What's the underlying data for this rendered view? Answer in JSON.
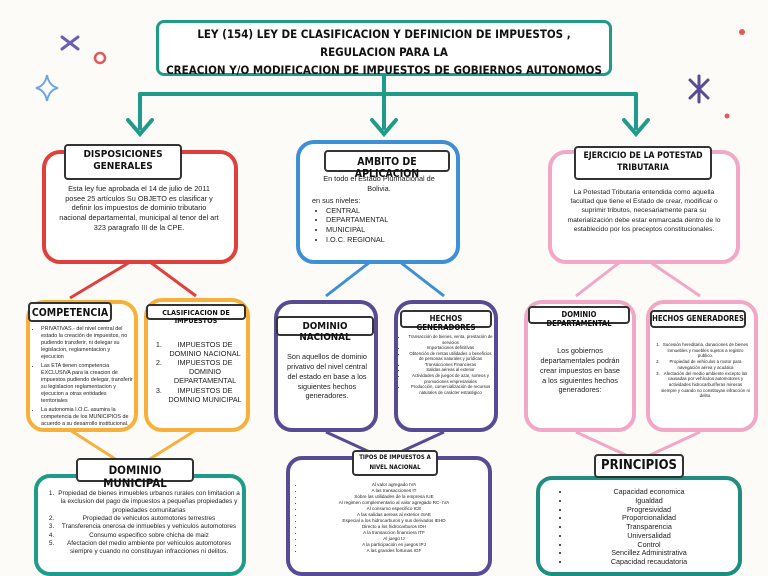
{
  "title": {
    "line1": "LEY (154) LEY DE CLASIFICACION Y DEFINICION DE IMPUESTOS , REGULACION PARA LA",
    "line2": "CREACION Y/O MODIFICACION  DE IMPUESTOS DE GOBIERNOS AUTONOMOS"
  },
  "colors": {
    "red": "#e0403d",
    "blue": "#3d8fd6",
    "pink": "#f2a7c6",
    "orange": "#f7b13a",
    "purple": "#574c94",
    "green": "#1f9b8a",
    "teal": "#1f8e80"
  },
  "disposiciones": {
    "heading_l1": "DISPOSICIONES",
    "heading_l2": "GENERALES",
    "text": "Esta ley fue aprobada el 14 de julio de 2011 posee 25 artículos Su OBJETO es clasificar y definir los impuestos de dominio tributario nacional departamental, municipal al tenor del art 323 paragrafo III de la CPE."
  },
  "ambito": {
    "heading": "AMBITO DE APLICACION",
    "text": "En todo el Estado Plurinacional de Bolivia.",
    "niveles_label": "en sus niveles:",
    "niveles": [
      "CENTRAL",
      "DEPARTAMENTAL",
      "MUNICIPAL",
      "I.O.C. REGIONAL"
    ]
  },
  "ejercicio": {
    "heading_l1": "EJERCICIO DE LA POTESTAD",
    "heading_l2": "TRIBUTARIA",
    "text": "La Potestad Tributaria entendida como aquella facultad que tiene el Estado de crear, modificar o suprimir tributos, necesariamente para su materialización debe estar enmarcada dentro de lo establecido por los preceptos constitucionales."
  },
  "competencia": {
    "heading": "COMPETENCIA",
    "items": [
      "PRIVATIVAS.- del nivel central del estado la creación de impuestos, no pudiendo transferir, ni delegar su legislacion, reglamentacion y ejecucion",
      "Las ETA tienen competencia EXCLUSIVA para la creacion de impuestos pudiendo delegar, transferir su legislacion reglamentacion y ejecucion a otras entidades territoriales",
      "La autonomia I.O.C. asumira la competencia de los MUNICIPIOS de acuerdo a su desarrollo institucional."
    ]
  },
  "clasificacion": {
    "heading": "CLASIFICACION DE IMPUESTOS",
    "items": [
      "IMPUESTOS DE DOMINIO NACIONAL",
      "IMPUESTOS DE DOMINIO DEPARTAMENTAL",
      "IMPUESTOS DE DOMINIO MUNICIPAL"
    ]
  },
  "dominio_nacional": {
    "heading": "DOMINIO NACIONAL",
    "text": "Son aquellos de dominio privativo del nivel central del estado en base a los siguientes hechos generadores."
  },
  "hechos_nacional": {
    "heading": "HECHOS GENERADORES",
    "items": [
      "Transacción de bienes, venta, prestación de servicios",
      "Importaciones definitivas",
      "Obtención de rentas utilidades o beneficios de personas naturales y jurídicas",
      "Transacciones Financieras",
      "Salidas aéreas al exterior",
      "Actividades de juegos de azar, sorteos y promociones empresariales",
      "Producción, comercialización de recursos naturales de carácter estratégico"
    ]
  },
  "dominio_departamental": {
    "heading": "DOMINIO DEPARTAMENTAL",
    "text": "Los gobiernos departamentales podrán crear impuestos en base a los siguientes hechos generadores:"
  },
  "hechos_departamental": {
    "heading": "HECHOS GENERADORES",
    "items": [
      "Sucesión hereditaria, donaciones de bienes inmuebles y muebles sujetos a registro publico.",
      "Propiedad de vehículos a motor para navegación aérea y acuática",
      "Afectación del medio ambiente excepto las causadas por vehículos automotores y actividades hidrocarburíferas mineras siempre y cuando no constituyan infracción ni delito."
    ]
  },
  "dominio_municipal": {
    "heading": "DOMINIO MUNICIPAL",
    "items": [
      "Propiedad de bienes inmuebles urbanos rurales con limitacion a la exclusion del pago de impuestos a pequeñas propiedades y propiedades comunitarias",
      "Propiedad de vehiculos automotores terrestres",
      "Transferencia onerosa de inmuebles y vehiculos automotores",
      "Consumo especifico sobre chicha de maiz",
      "Afectacion del medio ambiente por vehiculos automotores siempre y cuando no constituyan infracciones ni delitos."
    ]
  },
  "tipos": {
    "heading_l1": "TIPOS DE IMPUESTOS A",
    "heading_l2": "NIVEL NACIONAL",
    "items": [
      "Al valor agregado IVA",
      "A las transacciones IT",
      "Sobre las utilidades de la empresa IUE",
      "Al regimen complementario al valor agregado RC- IVA",
      "Al consumo especifico ICE",
      "A las salidas aereas al exterior ISAE",
      "Especial a los hidrocarburos y sus derivados IEHD",
      "Directo a los hidrocarburos IDH",
      "A la transaccion  financiera ITF",
      "Al juego IJ",
      "A la participación en juegos IPJ",
      "A las grandes fortunas IGF"
    ]
  },
  "principios": {
    "heading": "PRINCIPIOS",
    "items": [
      "Capacidad economica",
      "Igualdad",
      "Progresividad",
      "Proporcionalidad",
      "Transparencia",
      "Universalidad",
      "Control",
      "Sencillez Administrativa",
      "Capacidad recaudatoria"
    ]
  }
}
